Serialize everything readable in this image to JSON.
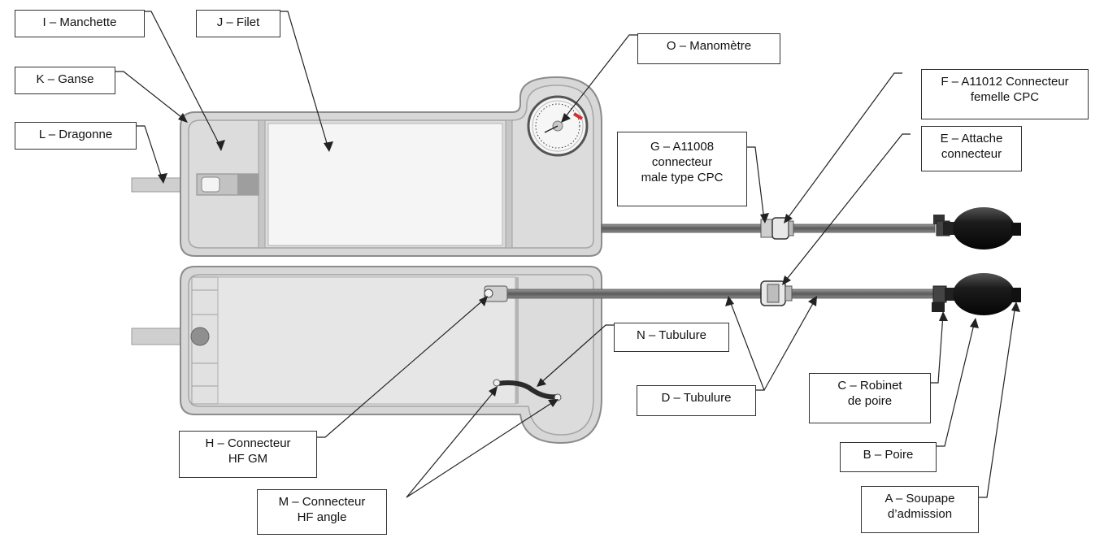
{
  "labels": {
    "I": [
      "I – Manchette"
    ],
    "J": [
      "J – Filet"
    ],
    "K": [
      "K – Ganse"
    ],
    "L": [
      "L – Dragonne"
    ],
    "O": [
      "O – Manomètre"
    ],
    "F": [
      "F – A11012 Connecteur",
      "femelle CPC"
    ],
    "G": [
      "G – A11008",
      "connecteur",
      "male type CPC"
    ],
    "E": [
      "E – Attache",
      "connecteur"
    ],
    "N": [
      "N – Tubulure"
    ],
    "D": [
      "D – Tubulure"
    ],
    "C": [
      "C – Robinet",
      "de poire"
    ],
    "H": [
      "H – Connecteur",
      "HF GM"
    ],
    "B": [
      "B – Poire"
    ],
    "M": [
      "M – Connecteur",
      "HF angle"
    ],
    "A": [
      "A – Soupape",
      "d’admission"
    ]
  },
  "colors": {
    "panel_fill": "#d9d9d9",
    "panel_border": "#8c8c8c",
    "net_fill": "#f4f4f4",
    "tube": "#6e6e6e",
    "bulb": "#161616",
    "gauge_accent": "#d32f2f",
    "leader_line": "#222222"
  },
  "icons": [
    "pressure-gauge-icon",
    "bulb-icon",
    "valve-icon",
    "connector-icon"
  ]
}
